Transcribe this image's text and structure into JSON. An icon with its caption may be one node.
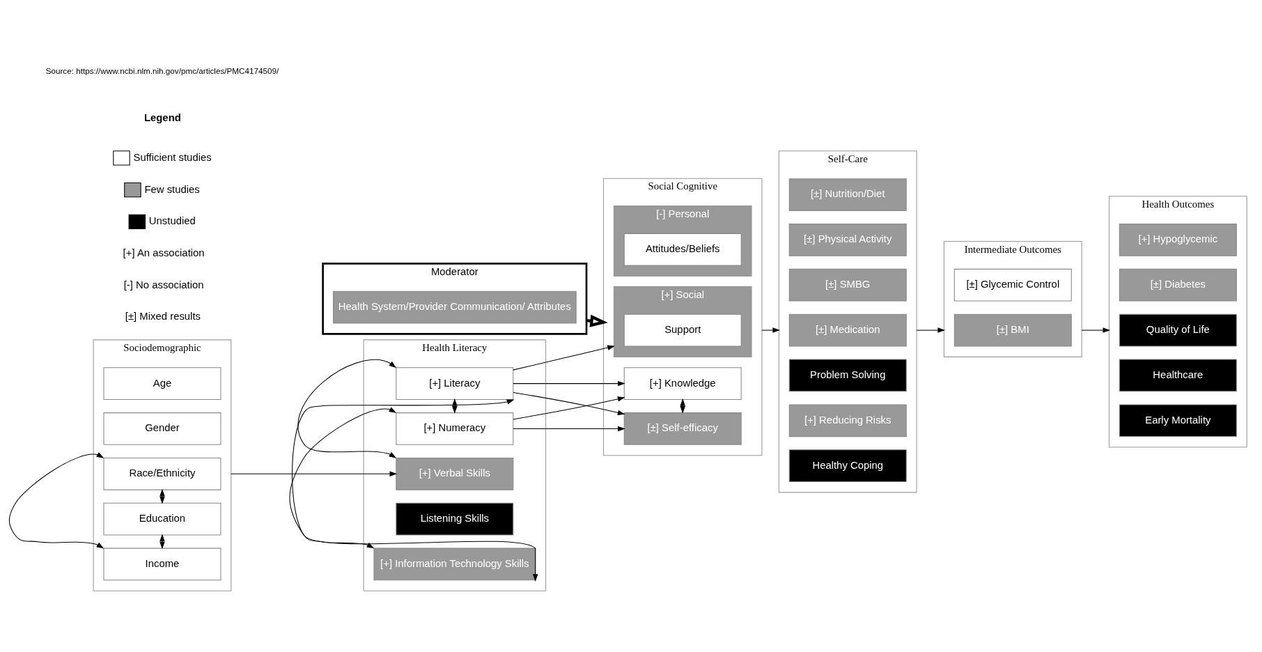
{
  "diagram": {
    "nodes": [
      {
        "text": [
          "Moderator"
        ]
      },
      {
        "text": [
          "Health System/Provider Communication/ Attributes"
        ],
        "in": 0
      },
      {
        "text": [
          "Sociodemographic"
        ]
      },
      {
        "text": [
          "Age"
        ],
        "in": 2
      },
      {
        "text": [
          "Gender"
        ],
        "in": 2
      },
      {
        "text": [
          "Race/Ethnicity"
        ],
        "in": 2
      },
      {
        "text": [
          "Education"
        ],
        "in": 2
      },
      {
        "text": [
          "Income"
        ],
        "in": 2
      },
      {
        "text": [
          "Health Literacy"
        ]
      },
      {
        "text": [
          "[+] Literacy"
        ],
        "in": 8
      },
      {
        "text": [
          "[+] Numeracy"
        ],
        "in": 8
      },
      {
        "text": [
          "[+] Verbal Skills"
        ],
        "in": 8
      },
      {
        "text": [
          "Listening Skills"
        ],
        "in": 8
      },
      {
        "text": [
          "[+] Information Technology Skills"
        ],
        "in": 8
      },
      {
        "text": [
          "Social Cognitive"
        ]
      },
      {
        "text": [
          "[+] Knowledge"
        ],
        "in": 14
      },
      {
        "text": [
          "[-] Personal"
        ],
        "in": 14
      },
      {
        "text": [
          "Attitudes/Beliefs"
        ],
        "in": 16
      },
      {
        "text": [
          "[+] Social"
        ],
        "in": 14
      },
      {
        "text": [
          "Support"
        ],
        "in": 18
      },
      {
        "text": [
          "[±] Self-efficacy"
        ],
        "in": 14
      },
      {
        "text": [
          "Self-Care"
        ]
      },
      {
        "text": [
          "[±] Nutrition/Diet"
        ],
        "in": 21
      },
      {
        "text": [
          "[±] Physical Activity"
        ],
        "in": 21
      },
      {
        "text": [
          "[±] SMBG"
        ],
        "in": 21
      },
      {
        "text": [
          "[±] Medication"
        ],
        "in": 21
      },
      {
        "text": [
          "Problem Solving"
        ],
        "in": 21
      },
      {
        "text": [
          "[+] Reducing Risks"
        ],
        "in": 21
      },
      {
        "text": [
          "Healthy Coping"
        ],
        "in": 21
      },
      {
        "text": [
          "Intermediate Outcomes"
        ]
      },
      {
        "text": [
          "[±] Glycemic Control"
        ],
        "in": 29
      },
      {
        "text": [
          "[±] BMI"
        ],
        "in": 29
      },
      {
        "text": [
          "Health Outcomes"
        ]
      },
      {
        "text": [
          "[+] Hypoglycemic"
        ],
        "in": 32
      },
      {
        "text": [
          "[±] Diabetes"
        ],
        "in": 32
      },
      {
        "text": [
          "Quality of Life"
        ],
        "in": 32
      },
      {
        "text": [
          "Healthcare"
        ],
        "in": 32
      },
      {
        "text": [
          "Early Mortality"
        ],
        "in": 32
      }
    ],
    "edges": [
      {
        "from": 0,
        "to": 14,
        "arrow": "to",
        "style": "thick"
      },
      {
        "from": 5,
        "to": 6,
        "arrow": "both"
      },
      {
        "from": 6,
        "to": 7,
        "arrow": "both"
      },
      {
        "from": 5,
        "to": 7,
        "arrow": "both"
      },
      {
        "from": 2,
        "to": 11,
        "arrow": "to"
      },
      {
        "from": 9,
        "to": 10,
        "arrow": "both"
      },
      {
        "from": 9,
        "to": 11,
        "arrow": "both"
      },
      {
        "from": 9,
        "to": 13,
        "arrow": "both"
      },
      {
        "from": 10,
        "to": 13,
        "arrow": "both"
      },
      {
        "from": 9,
        "to": 15,
        "arrow": "to"
      },
      {
        "from": 9,
        "to": 18,
        "arrow": "to"
      },
      {
        "from": 9,
        "to": 20,
        "arrow": "to"
      },
      {
        "from": 10,
        "to": 15,
        "arrow": "to"
      },
      {
        "from": 10,
        "to": 20,
        "arrow": "to"
      },
      {
        "from": 15,
        "to": 20,
        "arrow": "both"
      },
      {
        "from": 14,
        "to": 21,
        "arrow": "to"
      },
      {
        "from": 21,
        "to": 29,
        "arrow": "to"
      },
      {
        "from": 29,
        "to": 32,
        "arrow": "to"
      }
    ],
    "labels": [
      "Legend",
      "Source: https://www.ncbi.nlm.nih.gov/pmc/articles/PMC4174509/"
    ],
    "legend": [
      {
        "text": "Sufficient studies",
        "color": "#ffffff"
      },
      {
        "text": "Few studies",
        "color": "#999999"
      },
      {
        "text": "Unstudied",
        "color": "#000000"
      },
      {
        "text": "[+] An association"
      },
      {
        "text": "[-] No association"
      },
      {
        "text": "[±] Mixed results"
      }
    ]
  }
}
